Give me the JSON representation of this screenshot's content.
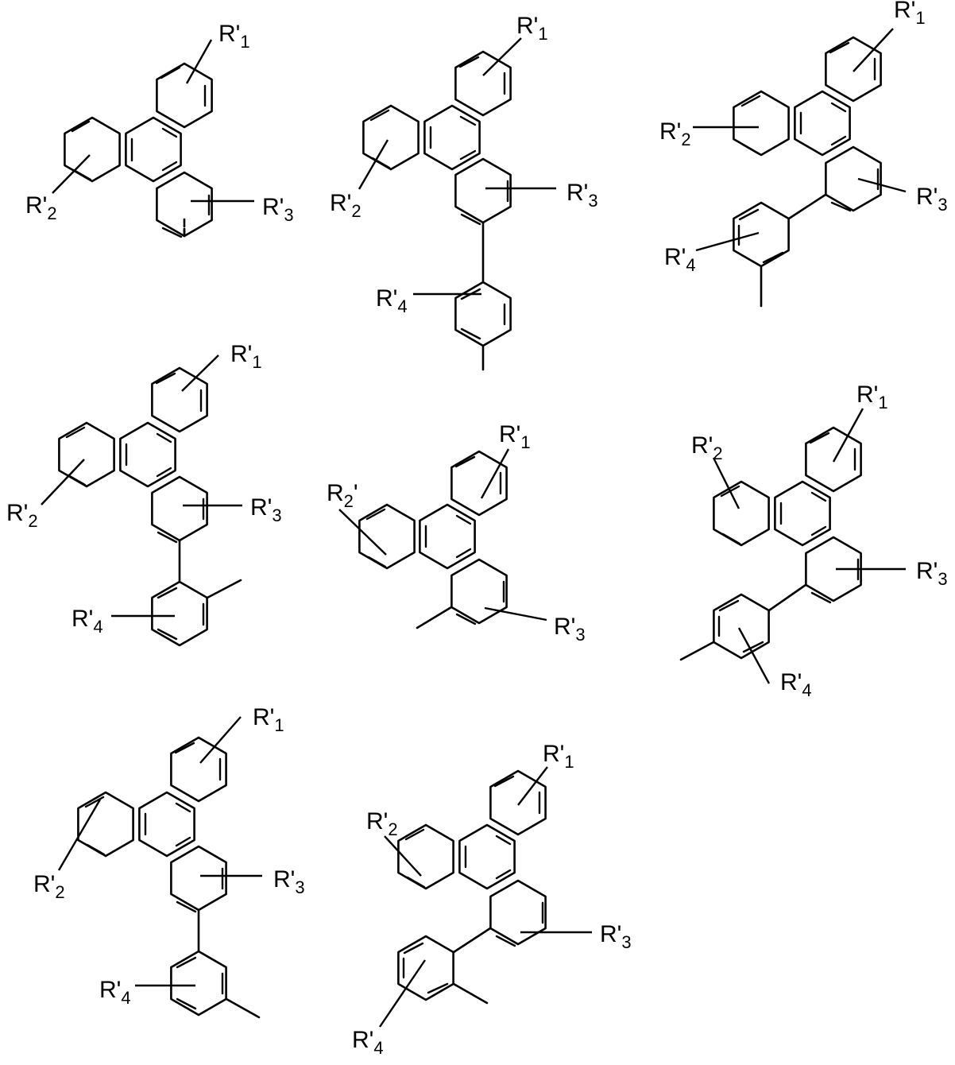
{
  "figure": {
    "description": "Substituted triphenylene structures with aryl linkers",
    "bond_color": "#000000",
    "background": "#ffffff"
  },
  "structures": [
    {
      "id": "s1",
      "label": "triphenylene, attachment at ring 3",
      "labels": {
        "r1": "R'",
        "r1_sub": "1",
        "r2": "R'",
        "r2_sub": "2",
        "r3": "R'",
        "r3_sub": "3"
      }
    },
    {
      "id": "s2",
      "label": "triphenylene with para-phenylene linker",
      "labels": {
        "r1": "R'",
        "r1_sub": "1",
        "r2": "R'",
        "r2_sub": "2",
        "r3": "R'",
        "r3_sub": "3",
        "r4": "R'",
        "r4_sub": "4"
      }
    },
    {
      "id": "s3",
      "label": "triphenylene (bay) with meta-phenylene linker",
      "labels": {
        "r1": "R'",
        "r1_sub": "1",
        "r2": "R'",
        "r2_sub": "2",
        "r3": "R'",
        "r3_sub": "3",
        "r4": "R'",
        "r4_sub": "4"
      }
    },
    {
      "id": "s4",
      "label": "triphenylene with ortho-phenylene linker",
      "labels": {
        "r1": "R'",
        "r1_sub": "1",
        "r2": "R'",
        "r2_sub": "2",
        "r3": "R'",
        "r3_sub": "3",
        "r4": "R'",
        "r4_sub": "4"
      }
    },
    {
      "id": "s5",
      "label": "triphenylene, bay attachment",
      "labels": {
        "r1": "R'",
        "r1_sub": "1",
        "r2": "R",
        "r2_sub": "2",
        "r2_prime": "'",
        "r3": "R'",
        "r3_sub": "3"
      }
    },
    {
      "id": "s6",
      "label": "triphenylene (bay) with para-phenylene linker",
      "labels": {
        "r1": "R'",
        "r1_sub": "1",
        "r2": "R'",
        "r2_sub": "2",
        "r3": "R'",
        "r3_sub": "3",
        "r4": "R'",
        "r4_sub": "4"
      }
    },
    {
      "id": "s7",
      "label": "triphenylene with meta-phenylene linker",
      "labels": {
        "r1": "R'",
        "r1_sub": "1",
        "r2": "R'",
        "r2_sub": "2",
        "r3": "R'",
        "r3_sub": "3",
        "r4": "R'",
        "r4_sub": "4"
      }
    },
    {
      "id": "s8",
      "label": "triphenylene (bay) with ortho-phenylene linker",
      "labels": {
        "r1": "R'",
        "r1_sub": "1",
        "r2": "R'",
        "r2_sub": "2",
        "r3": "R'",
        "r3_sub": "3",
        "r4": "R'",
        "r4_sub": "4"
      }
    }
  ]
}
